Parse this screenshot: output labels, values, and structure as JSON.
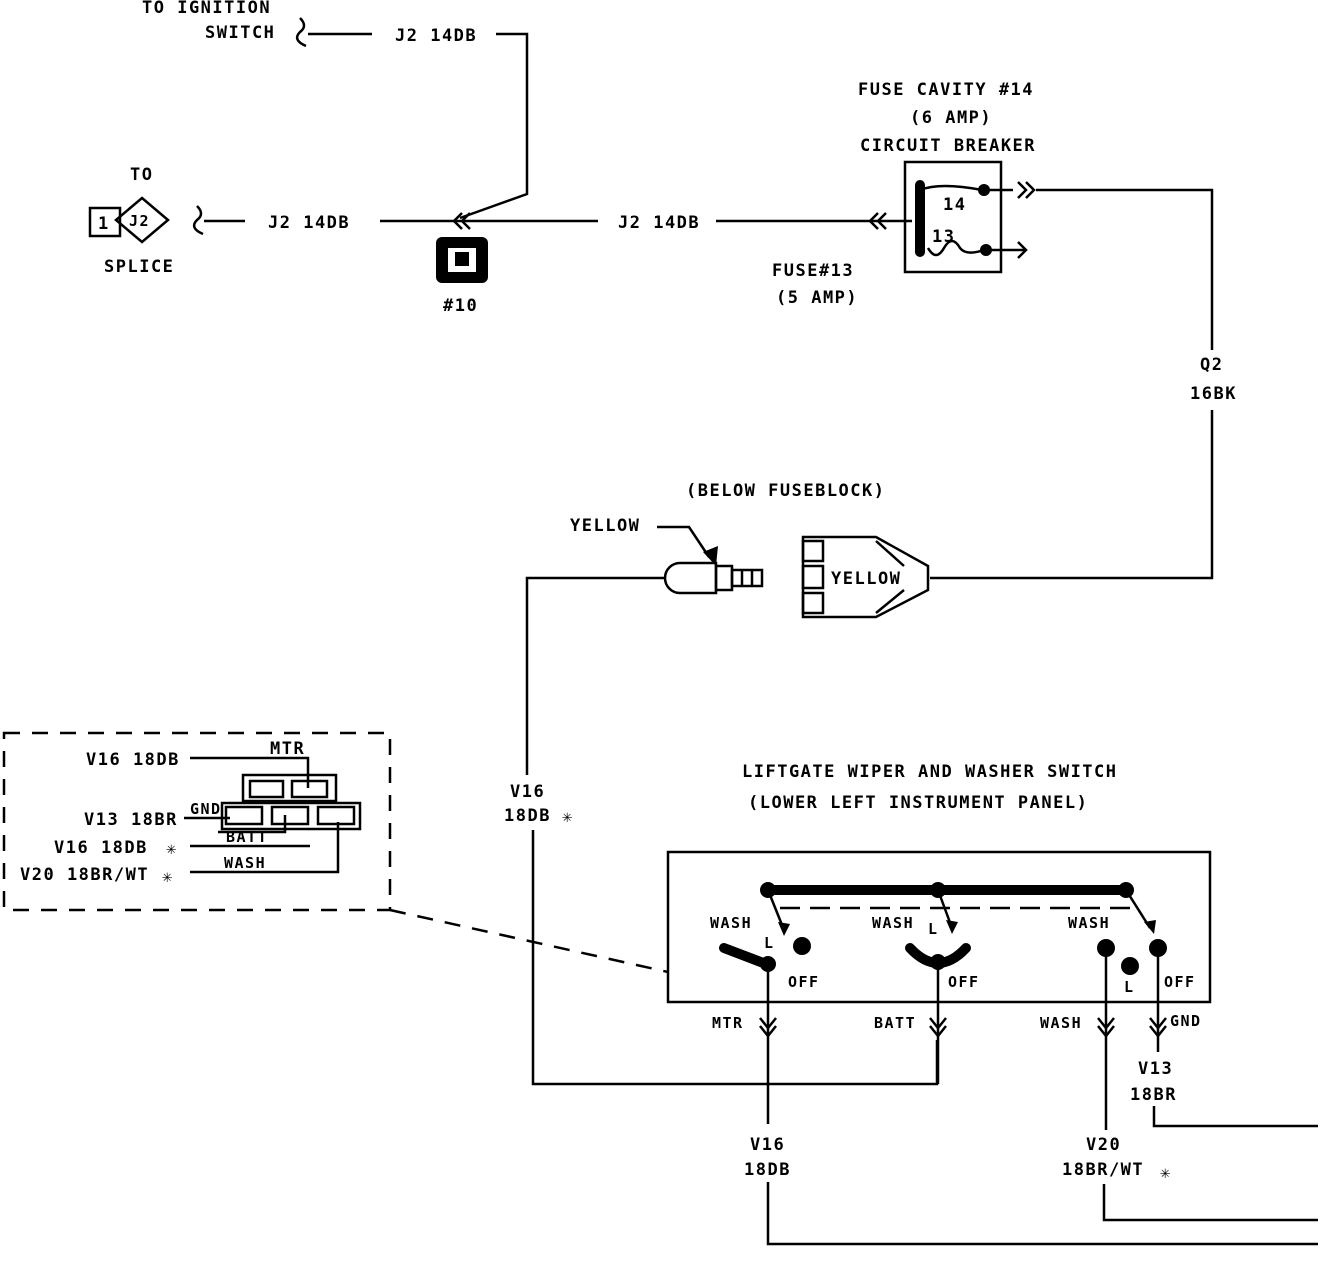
{
  "ignition": {
    "line1": "TO IGNITION",
    "line2": "SWITCH",
    "wire": "J2 14DB"
  },
  "splice": {
    "to": "TO",
    "pin": "1",
    "id": "J2",
    "label": "SPLICE",
    "wire": "J2 14DB"
  },
  "connector10": {
    "label": "#10"
  },
  "mid_wire": "J2 14DB",
  "fuse_cavity": {
    "line1": "FUSE CAVITY #14",
    "line2": "(6 AMP)",
    "line3": "CIRCUIT BREAKER",
    "pin14": "14",
    "pin13": "13"
  },
  "fuse13": {
    "line1": "FUSE#13",
    "line2": "(5 AMP)"
  },
  "q2": {
    "circuit": "Q2",
    "gauge": "16BK"
  },
  "below_fuseblock": "(BELOW FUSEBLOCK)",
  "yellow_male": "YELLOW",
  "yellow_female": "YELLOW",
  "v16_left": {
    "circuit": "V16",
    "gauge": "18DB"
  },
  "switch": {
    "title": "LIFTGATE WIPER AND WASHER SWITCH",
    "subtitle": "(LOWER LEFT INSTRUMENT PANEL)"
  },
  "switch_labels": {
    "wash1": "WASH",
    "l1": "L",
    "off1": "OFF",
    "wash2": "WASH",
    "l2": "L",
    "off2": "OFF",
    "wash3": "WASH",
    "l3": "L",
    "off3": "OFF"
  },
  "terminals": {
    "mtr": "MTR",
    "batt": "BATT",
    "wash": "WASH",
    "gnd": "GND"
  },
  "v13": {
    "circuit": "V13",
    "gauge": "18BR"
  },
  "v16_bottom": {
    "circuit": "V16",
    "gauge": "18DB"
  },
  "v20": {
    "circuit": "V20",
    "gauge": "18BR/WT"
  },
  "inset": {
    "row1": "V16 18DB",
    "mtr": "MTR",
    "row2": "V13 18BR",
    "gnd": "GND",
    "batt": "BATT",
    "row3": "V16 18DB",
    "row4": "V20 18BR/WT",
    "wash": "WASH"
  }
}
